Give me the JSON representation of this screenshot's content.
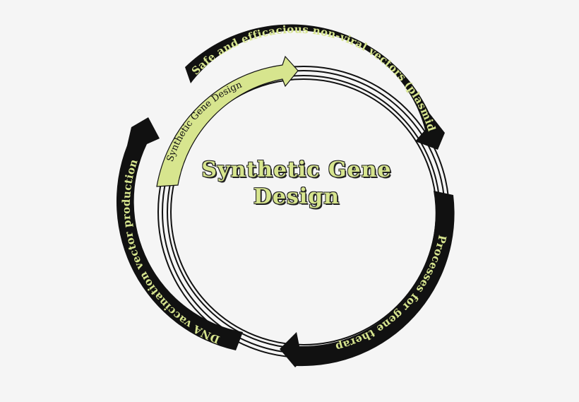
{
  "center": {
    "line1": "Synthetic Gene",
    "line2": "Design"
  },
  "arrows": {
    "top": "Safe and efficacious non-viral vectors (plasmids)",
    "right": "Processes for gene therapy",
    "left": "DNA vaccination vector production",
    "inner": "Synthetic Gene Design"
  },
  "colors": {
    "background": "#f5f5f5",
    "arrow_fill": "#111111",
    "arrow_text": "#d7e58e",
    "inner_arrow_fill": "#d7e58e",
    "inner_arrow_text": "#111111"
  }
}
